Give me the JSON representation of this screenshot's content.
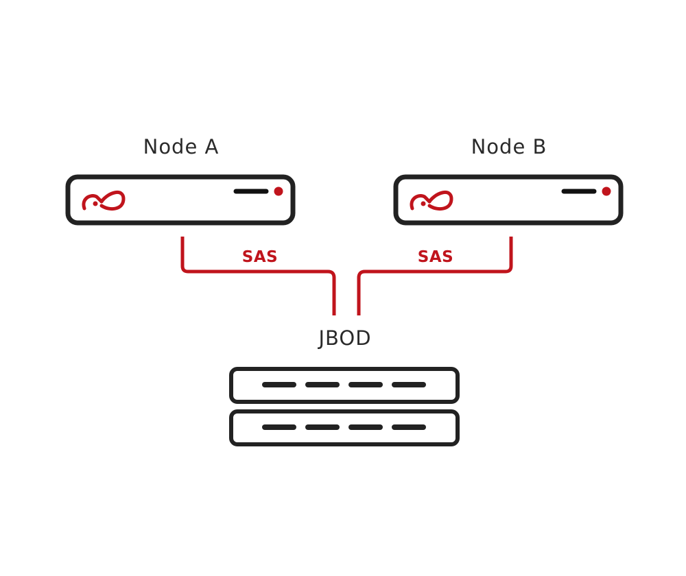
{
  "diagram": {
    "nodes": [
      {
        "label": "Node A",
        "logo": "infinity-logo-icon"
      },
      {
        "label": "Node B",
        "logo": "infinity-logo-icon"
      }
    ],
    "links": [
      {
        "label": "SAS"
      },
      {
        "label": "SAS"
      }
    ],
    "storage": {
      "label": "JBOD",
      "shelves": 2,
      "drives_per_shelf": 4
    }
  },
  "colors": {
    "accent": "#c0141c",
    "outline": "#222222",
    "text": "#2a2a2a",
    "background": "#ffffff"
  }
}
